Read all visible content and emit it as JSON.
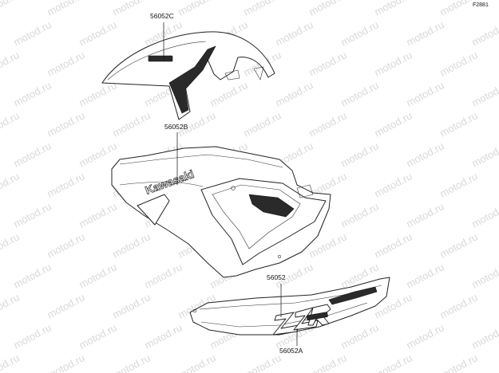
{
  "figure_code": "F2881",
  "watermark_text": "motod.ru",
  "parts": {
    "front_fender_decal": {
      "label": "56052C"
    },
    "fairing_decal": {
      "label": "56052B",
      "brand_text": "Kawasaki"
    },
    "tail_cover_decal": {
      "label": "56052"
    },
    "tail_logo_decal": {
      "label": "56052A"
    }
  },
  "colors": {
    "line": "#222222",
    "watermark": "#d9d9d9",
    "background": "#ffffff"
  }
}
